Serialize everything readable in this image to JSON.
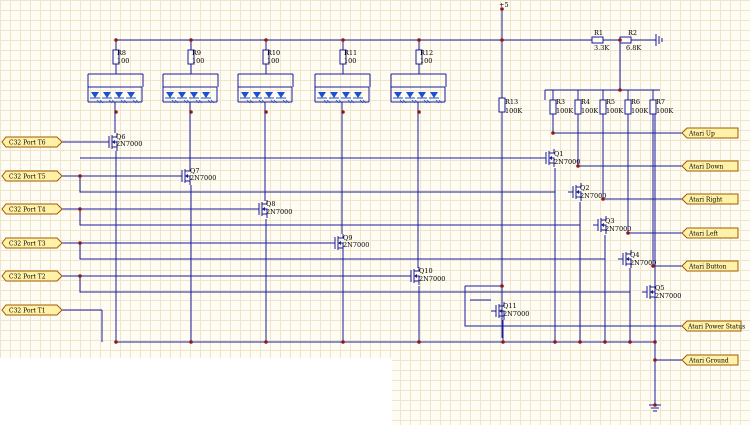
{
  "supply_label": "+5",
  "ground_icon": "ground-symbol",
  "resistors_top": [
    {
      "ref": "R1",
      "value": "3.3K"
    },
    {
      "ref": "R2",
      "value": "6.8K"
    }
  ],
  "led_resistors": [
    {
      "ref": "R8",
      "value": "100"
    },
    {
      "ref": "R9",
      "value": "100"
    },
    {
      "ref": "R10",
      "value": "100"
    },
    {
      "ref": "R11",
      "value": "100"
    },
    {
      "ref": "R12",
      "value": "100"
    }
  ],
  "pullups": [
    {
      "ref": "R13",
      "value": "100K"
    },
    {
      "ref": "R3",
      "value": "100K"
    },
    {
      "ref": "R4",
      "value": "100K"
    },
    {
      "ref": "R5",
      "value": "100K"
    },
    {
      "ref": "R6",
      "value": "100K"
    },
    {
      "ref": "R7",
      "value": "100K"
    }
  ],
  "transistors": [
    {
      "ref": "Q6",
      "part": "2N7000"
    },
    {
      "ref": "Q7",
      "part": "2N7000"
    },
    {
      "ref": "Q8",
      "part": "2N7000"
    },
    {
      "ref": "Q9",
      "part": "2N7000"
    },
    {
      "ref": "Q10",
      "part": "2N7000"
    },
    {
      "ref": "Q11",
      "part": "2N7000"
    },
    {
      "ref": "Q1",
      "part": "2N7000"
    },
    {
      "ref": "Q2",
      "part": "2N7000"
    },
    {
      "ref": "Q3",
      "part": "2N7000"
    },
    {
      "ref": "Q4",
      "part": "2N7000"
    },
    {
      "ref": "Q5",
      "part": "2N7000"
    }
  ],
  "ports_in": [
    "C32 Port T6",
    "C32 Port T5",
    "C32 Port T4",
    "C32 Port T3",
    "C32 Port T2",
    "C32 Port T1"
  ],
  "ports_out": [
    "Atari Up",
    "Atari Down",
    "Atari Right",
    "Atari Left",
    "Atari Button",
    "Atari Power Status",
    "Atari Ground"
  ],
  "colors": {
    "wire": "#1a1aa0",
    "junction": "#8b1a1a",
    "port_fill": "#fff2a8",
    "port_stroke": "#a05a00",
    "led": "#1e4fd0",
    "grid": "#eee6cc"
  }
}
